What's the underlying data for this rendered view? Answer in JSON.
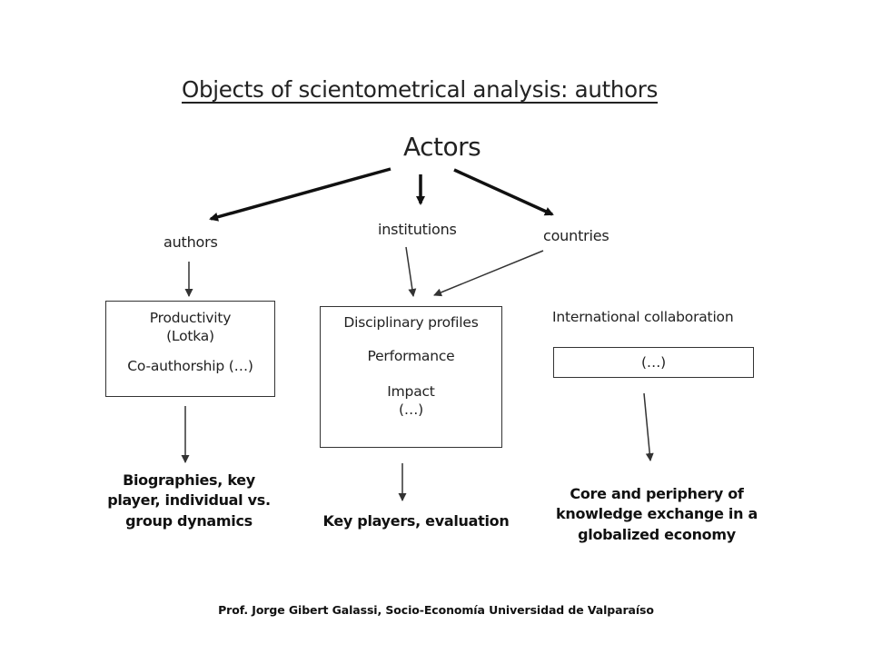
{
  "title": "Objects of scientometrical analysis: authors",
  "root": "Actors",
  "branches": {
    "authors": "authors",
    "institutions": "institutions",
    "countries": "countries"
  },
  "boxes": {
    "authors": [
      "Productivity",
      "(Lotka)",
      "Co-authorship (…)"
    ],
    "institutions": [
      "Disciplinary profiles",
      "Performance",
      "Impact",
      "(…)"
    ],
    "countries_label": "International collaboration",
    "countries": [
      "(…)"
    ]
  },
  "outcomes": {
    "authors": [
      "Biographies, key",
      "player, individual vs.",
      "group dynamics"
    ],
    "institutions": [
      "Key players, evaluation"
    ],
    "countries": [
      "Core and periphery  of",
      "knowledge exchange in a",
      "globalized economy"
    ]
  },
  "footer": "Prof. Jorge Gibert Galassi,  Socio-Economía  Universidad de Valparaíso"
}
